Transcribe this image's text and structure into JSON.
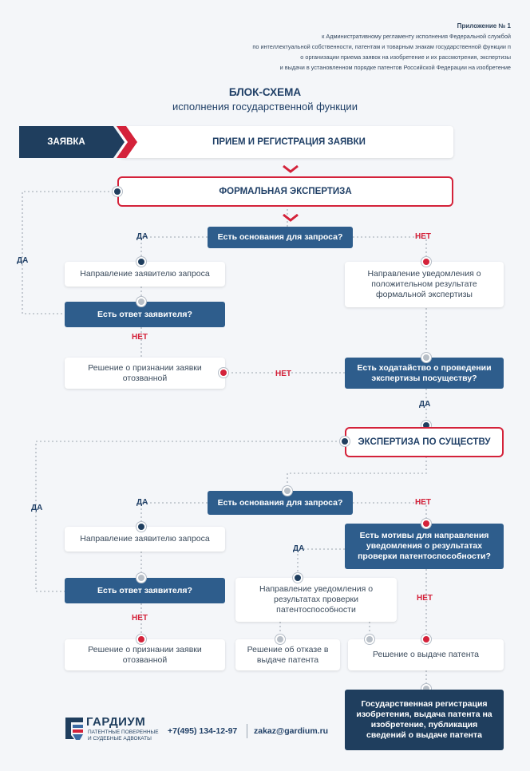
{
  "header": {
    "appendix_title": "Приложение № 1",
    "appendix_lines": [
      "к Административному регламенту исполнения Федеральной службой",
      "по интеллектуальной собственности, патентам и товарным знакам государственной функции п",
      "о организации приема заявок на изобретение и их рассмотрения, экспертизы",
      "и выдачи в установленном порядке патентов Российской Федерации на изобретение"
    ],
    "title": "БЛОК-СХЕМА",
    "subtitle": "исполнения государственной функции"
  },
  "banner": {
    "tag": "ЗАЯВКА",
    "label": "ПРИЕМ И РЕГИСТРАЦИЯ ЗАЯВКИ"
  },
  "stage1": {
    "title": "ФОРМАЛЬНАЯ ЭКСПЕРТИЗА",
    "question": "Есть основания для запроса?",
    "yes": "ДА",
    "no": "НЕТ",
    "left_yes": "ДА",
    "request": "Направление заявителю запроса",
    "notice": "Направление уведомления о положительном результате формальной экспертизы",
    "answer_q": "Есть ответ заявителя?",
    "answer_no": "НЕТ",
    "withdrawn": "Решение о признании заявки отозванной",
    "petition_q": "Есть ходатайство о проведении экспертизы посуществу?",
    "petition_no": "НЕТ",
    "petition_yes": "ДА"
  },
  "stage2": {
    "title": "ЭКСПЕРТИЗА ПО СУЩЕСТВУ",
    "question": "Есть основания для запроса?",
    "yes": "ДА",
    "no": "НЕТ",
    "left_yes": "ДА",
    "request": "Направление заявителю запроса",
    "motives_q": "Есть мотивы для направления уведомления о результатах проверки патентоспособности?",
    "motives_yes": "ДА",
    "motives_no": "НЕТ",
    "answer_q": "Есть ответ заявителя?",
    "answer_no": "НЕТ",
    "notice": "Направление уведомления о результатах проверки патентоспособности",
    "withdrawn": "Решение о признании заявки отозванной",
    "refusal": "Решение об отказе в выдаче патента",
    "grant": "Решение о выдаче патента",
    "registration": "Государственная регистрация изобретения, выдача патента на изобретение, публикация сведений о выдаче патента"
  },
  "footer": {
    "logo_name": "ГАРДИУМ",
    "logo_sub1": "ПАТЕНТНЫЕ ПОВЕРЕННЫЕ",
    "logo_sub2": "И СУДЕБНЫЕ АДВОКАТЫ",
    "phone": "+7(495) 134-12-97",
    "email": "zakaz@gardium.ru"
  },
  "colors": {
    "navy": "#1f3e5e",
    "blue": "#2e5d8c",
    "red": "#d4223a",
    "background": "#f4f6f9"
  }
}
